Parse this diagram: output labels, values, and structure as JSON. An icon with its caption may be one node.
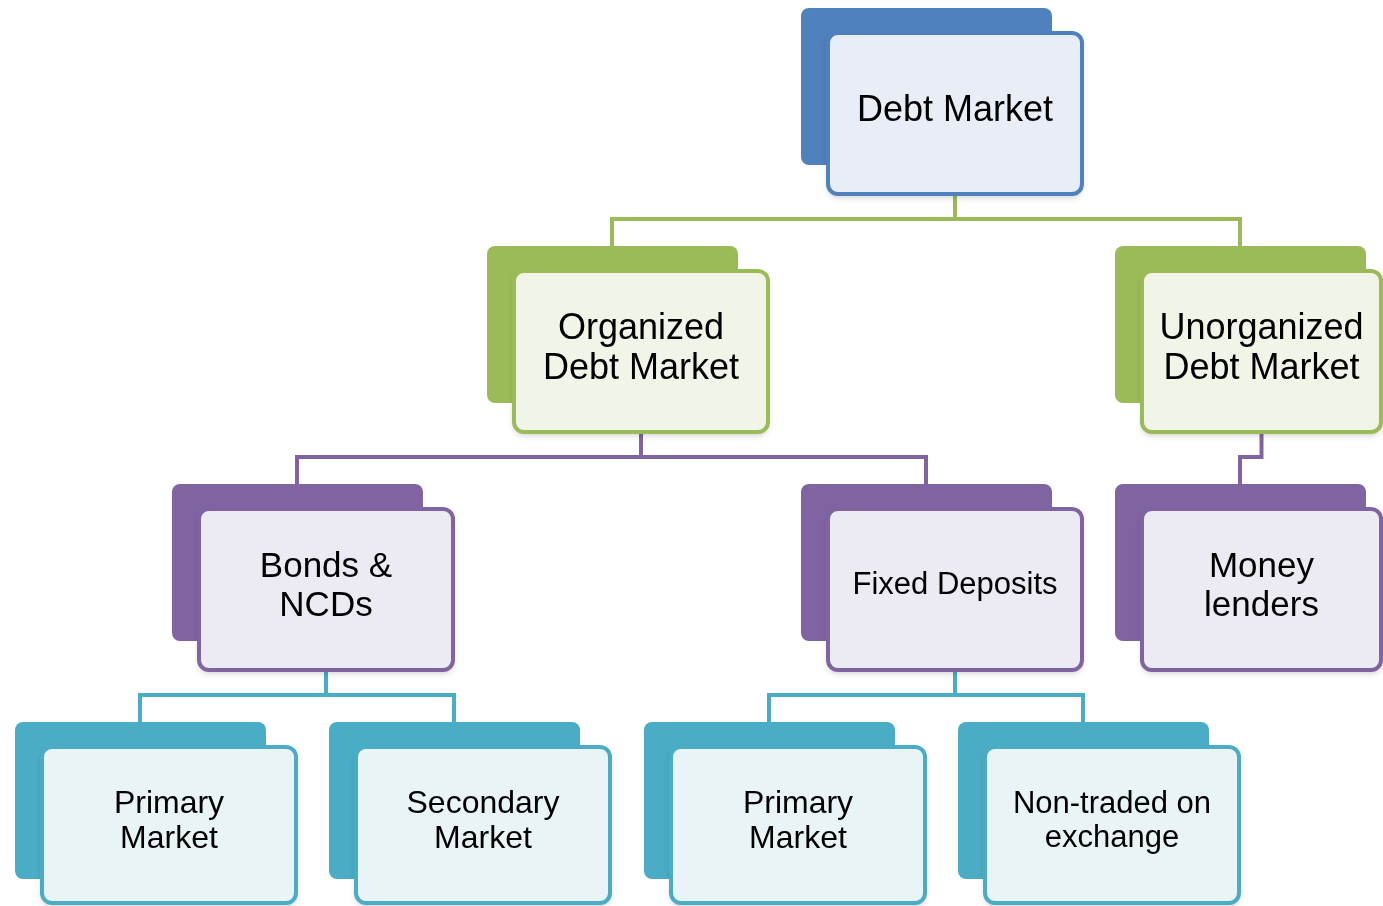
{
  "diagram": {
    "nodes": [
      {
        "text": [
          "Debt Market"
        ]
      },
      {
        "text": [
          "Organized Debt Market"
        ]
      },
      {
        "text": [
          "Unorganized Debt Market"
        ]
      },
      {
        "text": [
          "Bonds & NCDs"
        ]
      },
      {
        "text": [
          "Fixed Deposits"
        ]
      },
      {
        "text": [
          "Money lenders"
        ]
      },
      {
        "text": [
          "Primary Market"
        ]
      },
      {
        "text": [
          "Secondary Market"
        ]
      },
      {
        "text": [
          "Primary Market"
        ]
      },
      {
        "text": [
          "Non-traded on exchange"
        ]
      }
    ],
    "edges": [
      {
        "from": 0,
        "to": 1,
        "arrow": "none",
        "color": "#9bbb59"
      },
      {
        "from": 0,
        "to": 2,
        "arrow": "none",
        "color": "#9bbb59"
      },
      {
        "from": 1,
        "to": 3,
        "arrow": "none",
        "color": "#8064a2"
      },
      {
        "from": 1,
        "to": 4,
        "arrow": "none",
        "color": "#8064a2"
      },
      {
        "from": 2,
        "to": 5,
        "arrow": "none",
        "color": "#8064a2"
      },
      {
        "from": 3,
        "to": 6,
        "arrow": "none"
      },
      {
        "from": 3,
        "to": 7,
        "arrow": "none"
      },
      {
        "from": 4,
        "to": 8,
        "arrow": "none"
      },
      {
        "from": 4,
        "to": 9,
        "arrow": "none"
      }
    ]
  }
}
